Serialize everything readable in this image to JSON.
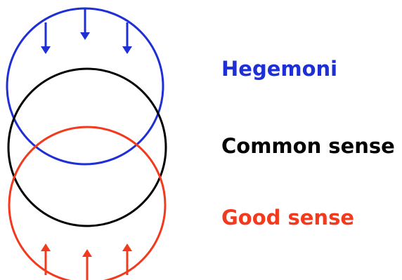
{
  "labels": {
    "hegemoni": "Hegemoni",
    "common_sense": "Common sense",
    "good_sense": "Good sense"
  },
  "colors": {
    "hegemoni": "#1f2fd6",
    "common_sense": "#000000",
    "good_sense": "#f23a1e"
  },
  "icons": {
    "top_arrows": "down-arrow-icon",
    "bottom_arrows": "up-arrow-icon"
  }
}
